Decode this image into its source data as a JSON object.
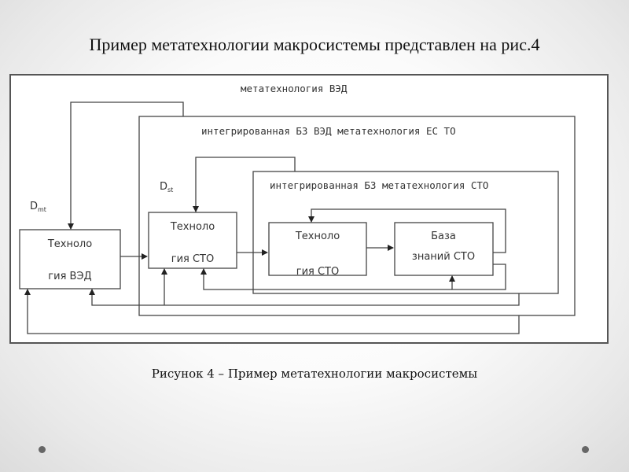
{
  "slide": {
    "title": "Пример метатехнологии макросистемы представлен на рис.4",
    "caption": "Рисунок 4 – Пример метатехнологии макросистемы"
  },
  "diagram": {
    "containers": {
      "outer": "метатехнология ВЭД",
      "middle": "интегрированная БЗ ВЭД метатехнология ЕС ТО",
      "inner": "интегрированная БЗ метатехнология СТО"
    },
    "blocks": {
      "tech_ved": [
        "Техноло",
        "гия ВЭД"
      ],
      "tech_sto_mid": [
        "Техноло",
        "гия СТО"
      ],
      "tech_sto_inner": [
        "Техноло",
        "гия СТО"
      ],
      "kb_sto": [
        "База",
        "знаний СТО"
      ]
    },
    "labels": {
      "dmt_main": "D",
      "dmt_sub": "mt",
      "dst_main": "D",
      "dst_sub": "st"
    }
  },
  "decor": {
    "line_color": "#333333",
    "frame_color": "#555555",
    "dot_color": "#666666"
  }
}
